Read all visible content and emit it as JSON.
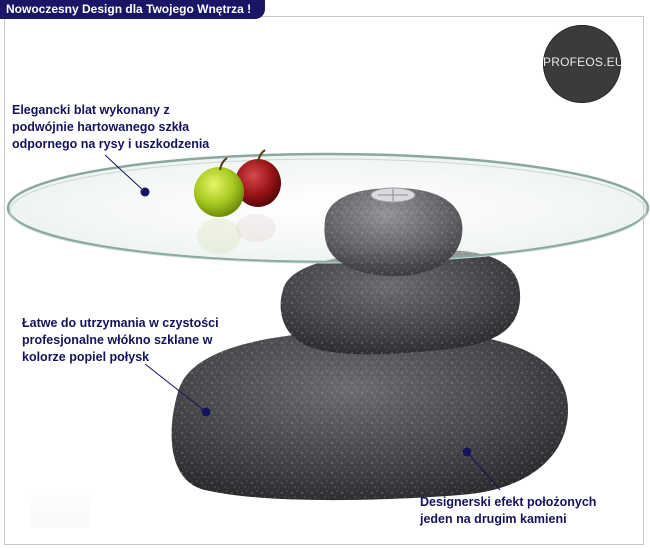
{
  "header": {
    "title": "Nowoczesny Design dla Twojego Wnętrza !"
  },
  "logo": {
    "text": "PROFEOS.EU"
  },
  "callouts": {
    "glass": {
      "lines": [
        "Elegancki blat wykonany z",
        "podwójnie hartowanego szkła",
        "odpornego na rysy i uszkodzenia"
      ]
    },
    "fiber": {
      "lines": [
        "Łatwe do utrzymania w czystości",
        "profesjonalne włókno szklane w",
        "kolorze popiel połysk"
      ]
    },
    "stones": {
      "lines": [
        "Designerski efekt położonych",
        "jeden na drugim kamieni"
      ]
    }
  },
  "colors": {
    "header_bg": "#1a1666",
    "label_text": "#15135e",
    "stone": "#4a4a4e",
    "marker": "#15135e"
  }
}
